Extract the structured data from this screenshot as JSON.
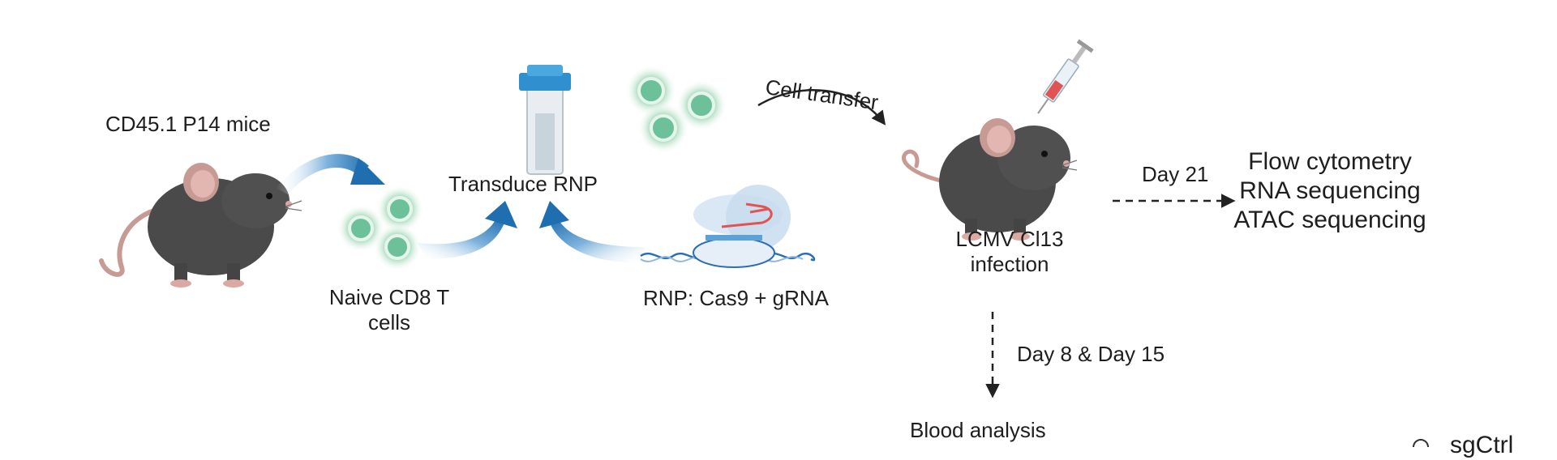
{
  "labels": {
    "mice": "CD45.1 P14 mice",
    "naive_line1": "Naive CD8 T",
    "naive_line2": "cells",
    "transduce": "Transduce RNP",
    "rnp": "RNP: Cas9 + gRNA",
    "cell_transfer": "Cell transfer",
    "infection_line1": "LCMV Cl13",
    "infection_line2": "infection",
    "day21": "Day 21",
    "readout_1": "Flow cytometry",
    "readout_2": "RNA sequencing",
    "readout_3": "ATAC sequencing",
    "day8_15": "Day 8 & Day 15",
    "blood": "Blood analysis",
    "cut_legend": "sgCtrl"
  },
  "colors": {
    "mouse_body": "#4a4a4a",
    "mouse_ear": "#c79a94",
    "cell_fill": "#6cc19a",
    "cell_halo": "#cfead9",
    "curved_arrow": "#1f6fb0",
    "cuvette_cap": "#2f8fcf",
    "dna_blue": "#2a6db5",
    "grna_red": "#e05454",
    "arrow_dark": "#222222"
  },
  "icons": [
    "mouse-icon",
    "t-cells-icon",
    "cuvette-icon",
    "rnp-complex-icon",
    "syringe-icon",
    "infected-mouse-icon"
  ]
}
